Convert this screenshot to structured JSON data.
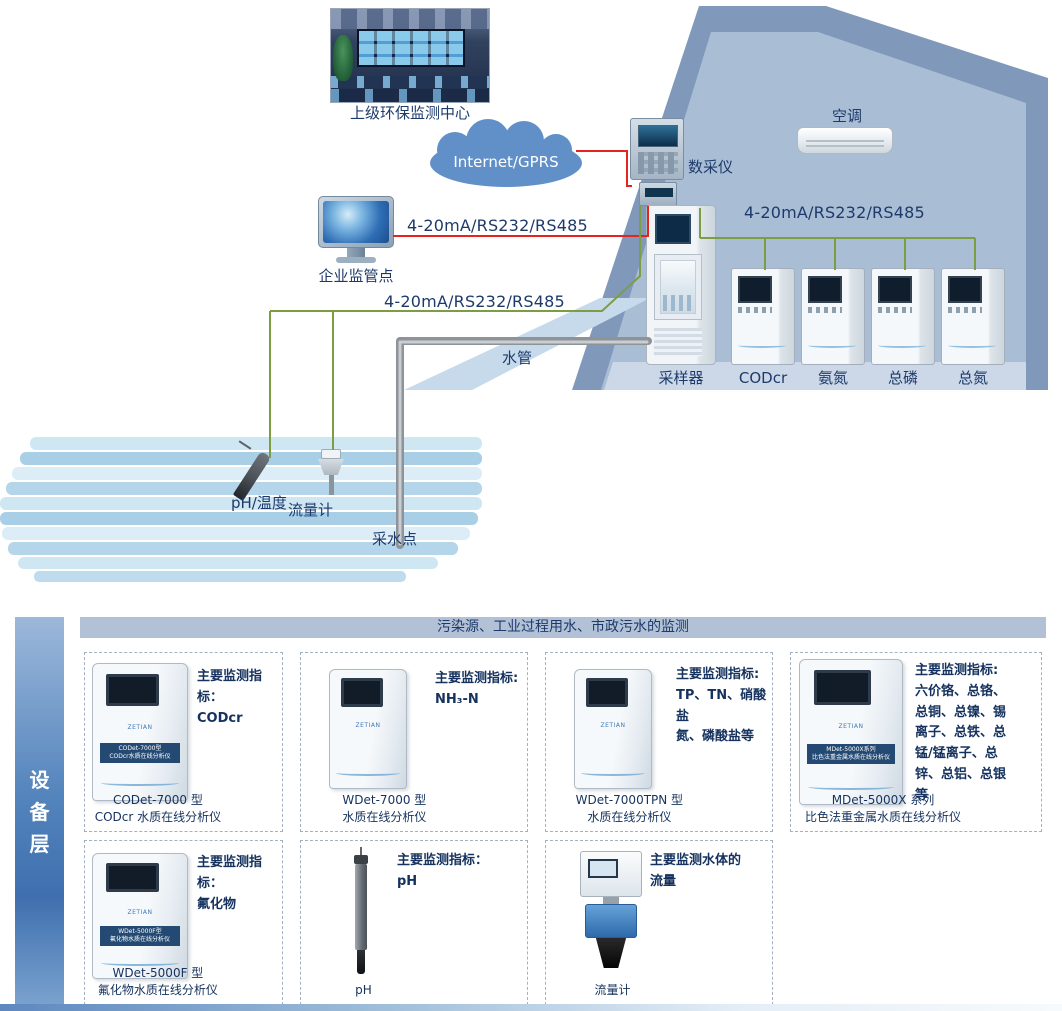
{
  "colors": {
    "accent_red": "#e3241f",
    "accent_green": "#7d9d42",
    "house_wall": "#a9bdd5",
    "house_roof": "#8099bb",
    "label_navy": "#1d3a6b",
    "header_bar": "#b2c1d6",
    "sidebar_blue": "#3f6fae"
  },
  "topology": {
    "center_label": "上级环保监测中心",
    "cloud_label": "Internet/GPRS",
    "enterprise_label": "企业监管点",
    "datalogger_label": "数采仪",
    "ac_label": "空调",
    "bus_enterprise": "4-20mA/RS232/RS485",
    "bus_analyzers": "4-20mA/RS232/RS485",
    "bus_sensors": "4-20mA/RS232/RS485",
    "pipe_label": "水管",
    "sampler_label": "采样器",
    "analyzers": [
      "CODcr",
      "氨氮",
      "总磷",
      "总氮"
    ],
    "ph_temp_label": "pH/温度",
    "flow_label": "流量计",
    "intake_label": "采水点"
  },
  "equipment": {
    "sidebar": "设备层",
    "header": "污染源、工业过程用水、市政污水的监测",
    "brand": "ZETIAN",
    "products": [
      {
        "spec": "主要监测指标：\nCODcr",
        "name": "CODet-7000 型\nCODcr 水质在线分析仪",
        "device_text": "CODet-7000型\nCODcr水质在线分析仪"
      },
      {
        "spec": "主要监测指标:\nNH₃-N",
        "name": "WDet-7000 型\n水质在线分析仪",
        "device_text": ""
      },
      {
        "spec": "主要监测指标:\nTP、TN、硝酸盐\n氮、磷酸盐等",
        "name": "WDet-7000TPN 型\n水质在线分析仪",
        "device_text": ""
      },
      {
        "spec": "主要监测指标:\n六价铬、总铬、\n总铜、总镍、锡\n离子、总铁、总\n锰/锰离子、总\n锌、总铝、总银\n等",
        "name": "MDet-5000X 系列\n比色法重金属水质在线分析仪",
        "device_text": "MDet-5000X系列\n比色法重金属水质在线分析仪"
      },
      {
        "spec": "主要监测指标：\n氟化物",
        "name": "WDet-5000F 型\n氟化物水质在线分析仪",
        "device_text": "WDet-5000F型\n氟化物水质在线分析仪"
      },
      {
        "spec": "主要监测指标：\npH",
        "name": "pH",
        "device_text": ""
      },
      {
        "spec": "主要监测水体的\n流量",
        "name": "流量计",
        "device_text": ""
      }
    ]
  }
}
